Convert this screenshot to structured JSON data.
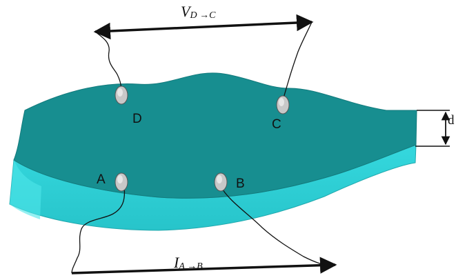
{
  "contacts": {
    "a": "A",
    "b": "B",
    "c": "C",
    "d": "D"
  },
  "voltage": {
    "symbol": "V",
    "subscript": "D →C"
  },
  "current": {
    "symbol": "I",
    "subscript": "A →B"
  },
  "thickness_label": "d",
  "colors": {
    "slab_top": "#1a8a8c",
    "slab_side": "#2fd2d8",
    "slab_side_light": "#40dde2",
    "contact_fill": "#c8c8c8",
    "wire": "#111111"
  }
}
